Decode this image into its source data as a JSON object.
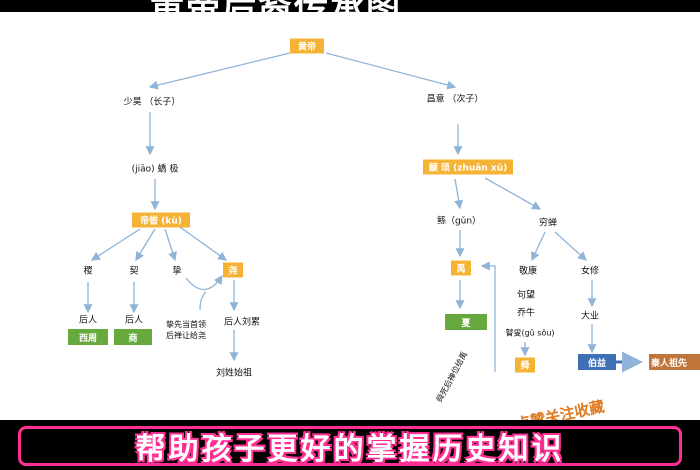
{
  "header": {
    "title": "黄帝后裔传承图"
  },
  "nodes": {
    "huangdi": "黄帝",
    "shaohao": "少昊 （长子）",
    "changyi": "昌意 （次子）",
    "jiaoji": "(jiāo) 蟜 极",
    "zhuanxu": "颛 顼 (zhuān xū)",
    "diku": "帝喾 (kù)",
    "gun": "鲧（gǔn）",
    "qiongchan": "穷蝉",
    "qi_nephew": "稷",
    "xie": "契",
    "zhi": "挚",
    "yao": "尧",
    "yu": "禹",
    "jingkang": "敬康",
    "nvxiu": "女修",
    "houren1": "后人",
    "houren2": "后人",
    "xizhou": "西周",
    "shang": "商",
    "zhi_note": "挚先当首领后禅让给尧",
    "houren_liulei": "后人刘累",
    "xia": "夏",
    "juwang": "句望",
    "qiaoniu": "乔牛",
    "gusou": "瞽叟(gǔ sǒu)",
    "daye": "大业",
    "shun": "舜",
    "boyi": "伯益",
    "qin_ancestor": "秦人祖先",
    "liu_ancestor": "刘姓始祖",
    "shun_note": "舜死后禅位给禹"
  },
  "watermark": "点赞关注收藏",
  "banner": {
    "text": "帮助孩子更好的掌握历史知识"
  },
  "colors": {
    "orange_box": "#f5b335",
    "green_box": "#67a83f",
    "blue_box": "#3f6fb5",
    "rust_box": "#c0763a",
    "arrow": "#8fb4d8",
    "banner_border": "#ff2f93"
  }
}
